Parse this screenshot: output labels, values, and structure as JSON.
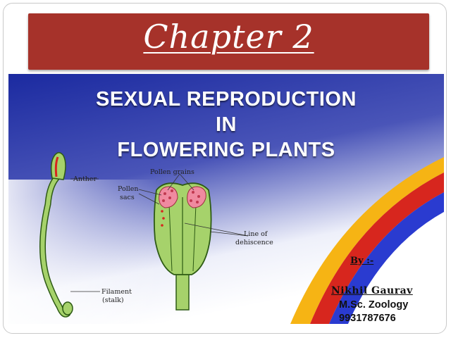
{
  "slide": {
    "chapter_title": "Chapter 2",
    "heading_lines": [
      "SEXUAL REPRODUCTION",
      "IN",
      "FLOWERING PLANTS"
    ],
    "diagram_labels": {
      "anther": "Anther",
      "pollen_grains": "Pollen grains",
      "pollen_sacs_line1": "Pollen",
      "pollen_sacs_line2": "sacs",
      "line_of_dehiscence_line1": "Line of",
      "line_of_dehiscence_line2": "dehiscence",
      "filament_line1": "Filament",
      "filament_line2": "(stalk)"
    },
    "credits": {
      "by": "By :-",
      "author": "Nikhil  Gaurav",
      "degree": "M.Sc. Zoology",
      "phone": "9931787676"
    },
    "colors": {
      "title_band": "#a6322a",
      "cover_blue": "#2230a6",
      "arc_yellow": "#f6b414",
      "arc_red": "#d7261e",
      "arc_blue": "#2a3bd0",
      "plant_green": "#a6d26b",
      "pollen_pink": "#f08aa0"
    }
  }
}
